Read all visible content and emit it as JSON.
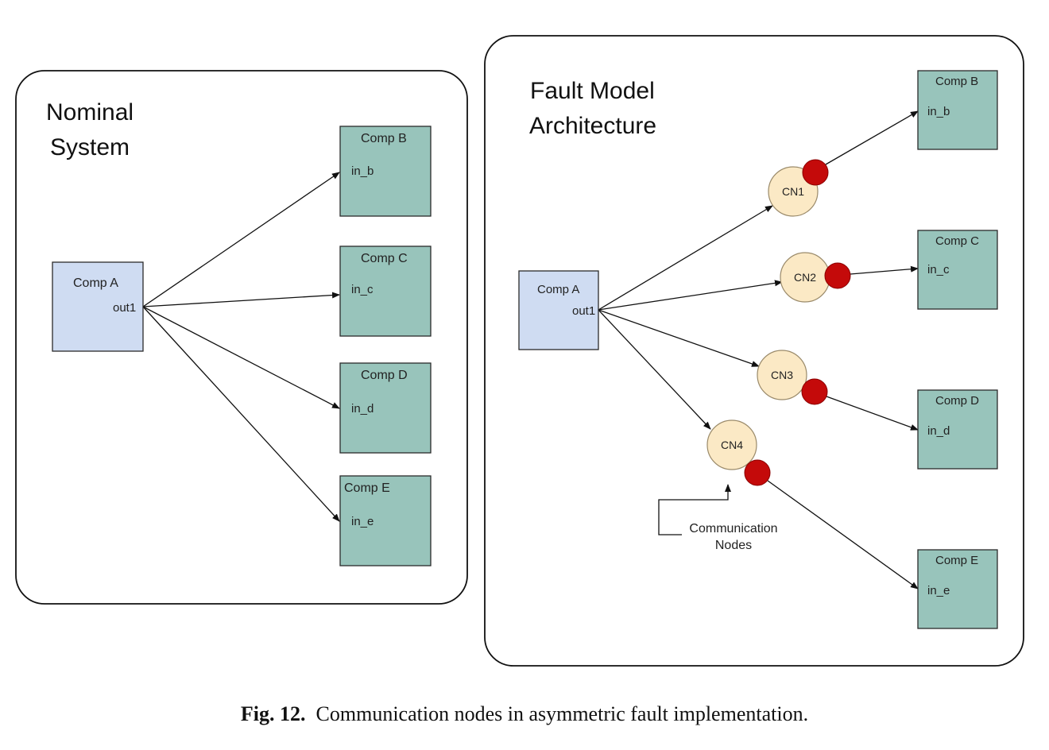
{
  "figure": {
    "caption_label": "Fig. 12.",
    "caption_text": "Communication nodes in asymmetric fault implementation."
  },
  "nominal": {
    "title_line1": "Nominal",
    "title_line2": "System",
    "source": {
      "name": "Comp A",
      "port": "out1"
    },
    "targets": [
      {
        "name": "Comp B",
        "port": "in_b"
      },
      {
        "name": "Comp C",
        "port": "in_c"
      },
      {
        "name": "Comp D",
        "port": "in_d"
      },
      {
        "name": "Comp E",
        "port": "in_e"
      }
    ]
  },
  "fault": {
    "title_line1": "Fault Model",
    "title_line2": "Architecture",
    "source": {
      "name": "Comp A",
      "port": "out1"
    },
    "nodes": [
      "CN1",
      "CN2",
      "CN3",
      "CN4"
    ],
    "targets": [
      {
        "name": "Comp B",
        "port": "in_b"
      },
      {
        "name": "Comp C",
        "port": "in_c"
      },
      {
        "name": "Comp D",
        "port": "in_d"
      },
      {
        "name": "Comp E",
        "port": "in_e"
      }
    ],
    "note_line1": "Communication",
    "note_line2": "Nodes"
  },
  "colors": {
    "source_fill": "#cfdcf2",
    "component_fill": "#98c4bb",
    "node_fill": "#fbe9c5",
    "fault_marker": "#c40a0a"
  }
}
